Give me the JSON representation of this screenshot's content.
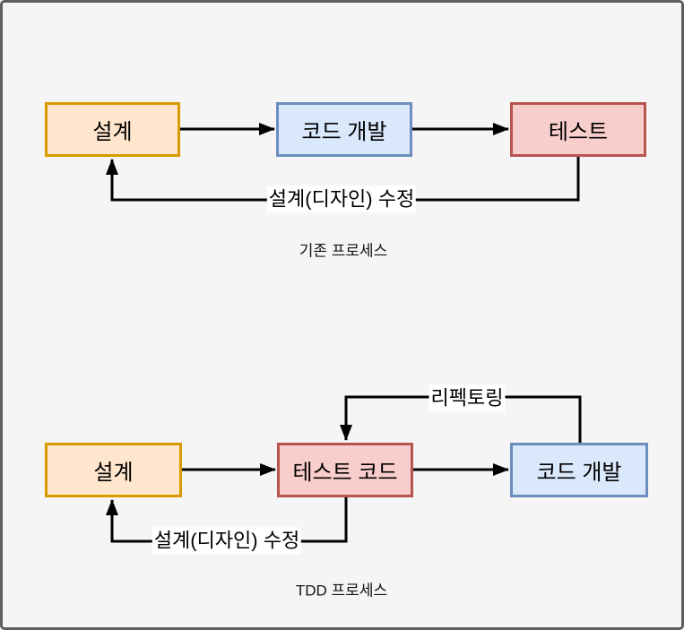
{
  "canvas": {
    "background_color": "#f5f5f5",
    "border_color": "#5e5e5e",
    "line_color": "#000000"
  },
  "palette": {
    "orange_fill": "#ffe6cc",
    "orange_stroke": "#d79b00",
    "blue_fill": "#dae8fc",
    "blue_stroke": "#6c8ebf",
    "red_fill": "#f8cecc",
    "red_stroke": "#b85450"
  },
  "legacy_process": {
    "caption": "기존 프로세스",
    "nodes": {
      "design": "설계",
      "code_dev": "코드 개발",
      "test": "테스트"
    },
    "feedback_label": "설계(디자인) 수정"
  },
  "tdd_process": {
    "caption": "TDD 프로세스",
    "nodes": {
      "design": "설계",
      "test_code": "테스트 코드",
      "code_dev": "코드 개발"
    },
    "refactor_label": "리펙토링",
    "feedback_label": "설계(디자인) 수정"
  }
}
